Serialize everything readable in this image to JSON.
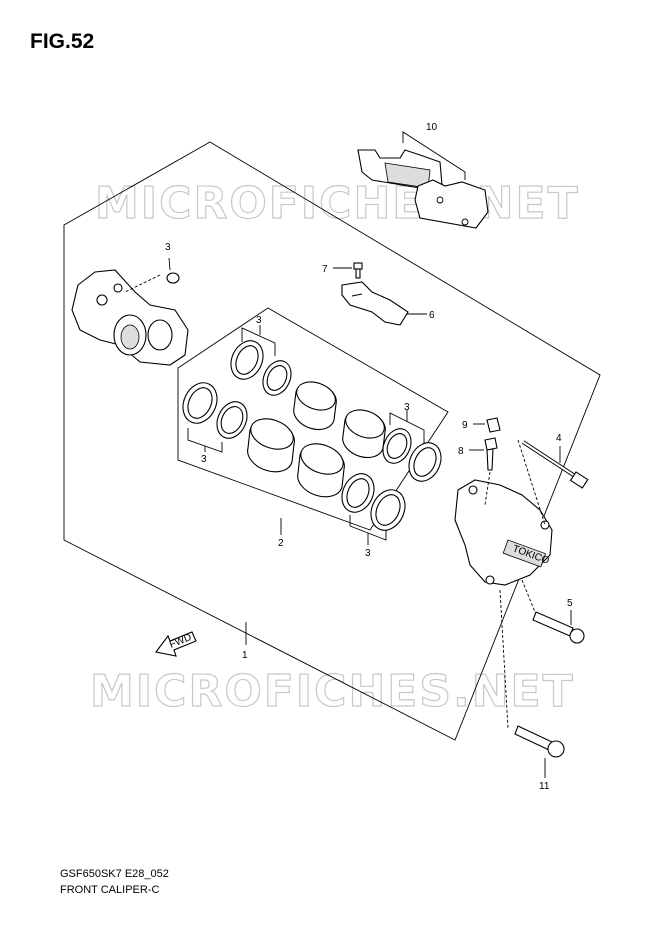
{
  "figure": {
    "title": "FIG.52"
  },
  "watermark": {
    "text": "MICROFICHES.NET"
  },
  "callouts": {
    "c1": "1",
    "c2": "2",
    "c3a": "3",
    "c3b": "3",
    "c3c": "3",
    "c3d": "3",
    "c3e": "3",
    "c4": "4",
    "c5": "5",
    "c6": "6",
    "c7": "7",
    "c8": "8",
    "c9": "9",
    "c10": "10",
    "c11": "11"
  },
  "badges": {
    "fwd": "FWD",
    "brand": "TOKICO"
  },
  "footer": {
    "code": "GSF650SK7 E28_052",
    "name": "FRONT CALIPER-C"
  }
}
